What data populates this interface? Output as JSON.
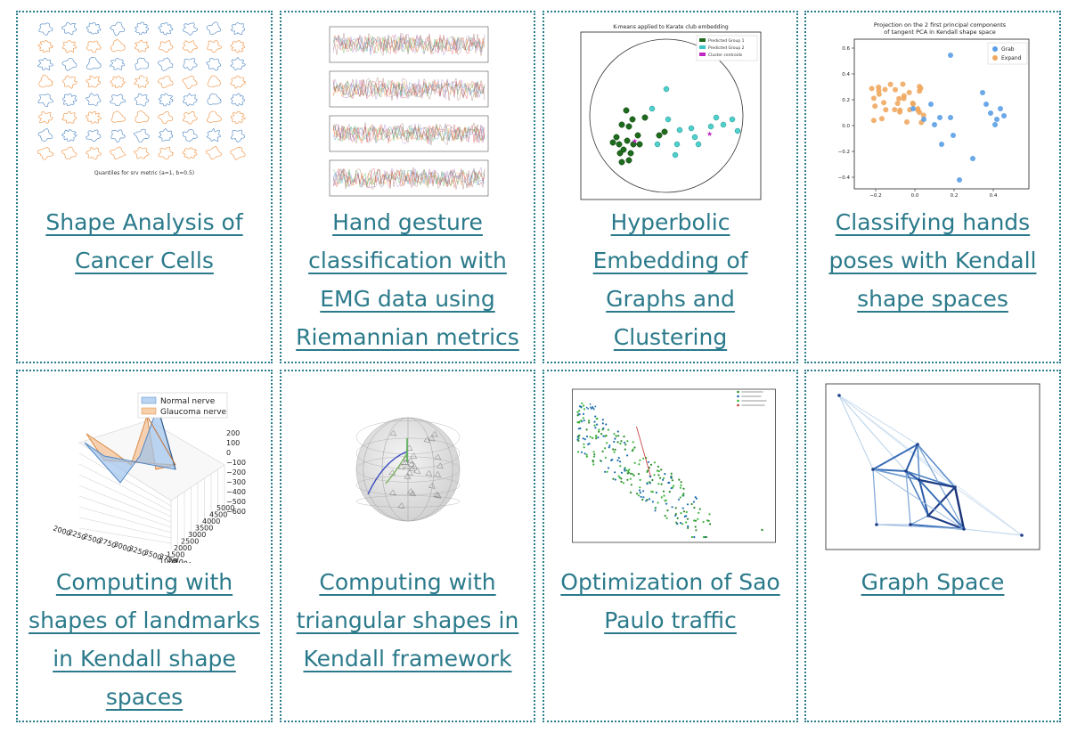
{
  "cards": [
    {
      "title": "Shape Analysis of Cancer Cells"
    },
    {
      "title": "Hand gesture classification with EMG data using Riemannian metrics"
    },
    {
      "title": "Hyperbolic Embedding of Graphs and Clustering"
    },
    {
      "title": "Classifying hands poses with Kendall shape spaces"
    },
    {
      "title": "Computing with shapes of landmarks in Kendall shape spaces"
    },
    {
      "title": "Computing with triangular shapes in Kendall framework"
    },
    {
      "title": "Optimization of Sao Paulo traffic"
    },
    {
      "title": "Graph Space"
    }
  ],
  "thumbs": {
    "cancer": {
      "caption": "Quantiles for srv metric (a=1, b=0.5)"
    },
    "hyperbolic": {
      "title": "K-means applied to Karate club embedding",
      "legend": [
        "Predicted Group 1",
        "Predicted Group 2",
        "Cluster centroids"
      ]
    },
    "hands": {
      "title_line1": "Projection on the 2 first principal components",
      "title_line2": "of tangent PCA in Kendall shape space",
      "legend": [
        "Grab",
        "Expand"
      ],
      "yticks": [
        "0.6",
        "0.4",
        "0.2",
        "0.0",
        "−0.2",
        "−0.4"
      ],
      "xticks": [
        "−0.2",
        "0.0",
        "0.2",
        "0.4"
      ]
    },
    "landmarks": {
      "legend": [
        "Normal nerve",
        "Glaucoma nerve"
      ],
      "zticks": [
        "200",
        "100",
        "0",
        "−100",
        "−200",
        "−300",
        "−400",
        "−500",
        "−600"
      ],
      "yticks": [
        "5000",
        "4500",
        "4000",
        "3500",
        "3000",
        "2500",
        "2000",
        "1500",
        "1000"
      ],
      "xticks": [
        "2000",
        "2250",
        "2500",
        "2750",
        "3000",
        "3250",
        "3500",
        "3750",
        "4000"
      ]
    }
  }
}
